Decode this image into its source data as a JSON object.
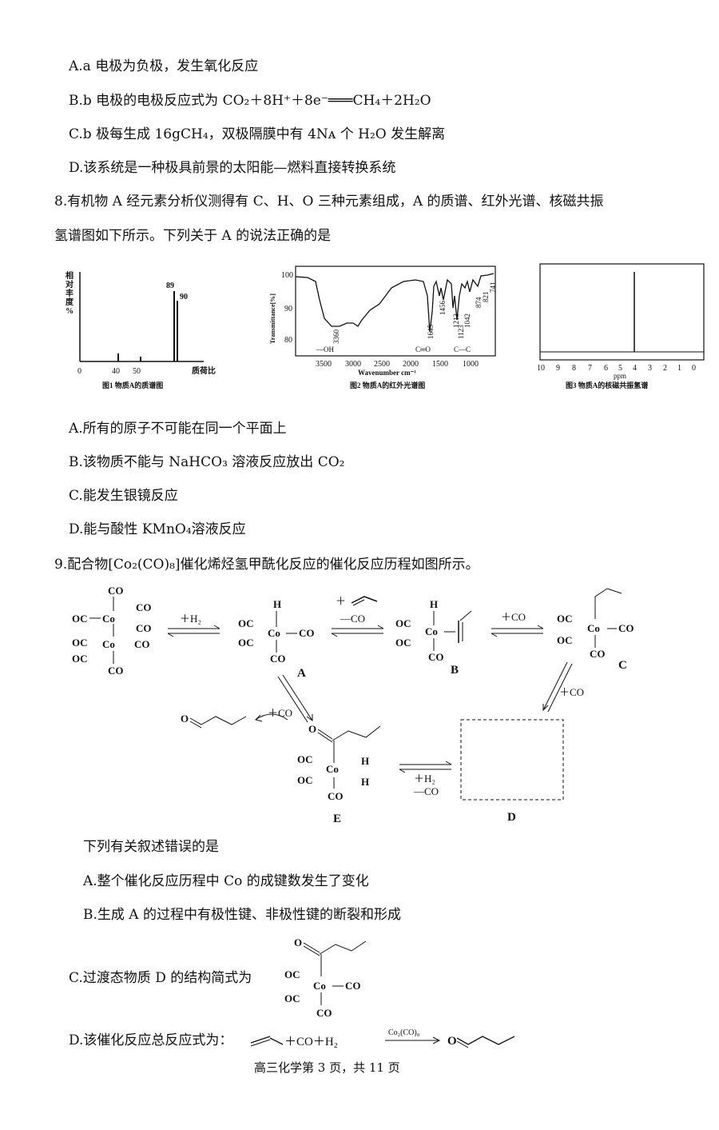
{
  "q7": {
    "optA": "A.a 电极为负极，发生氧化反应",
    "optB": "B.b 电极的电极反应式为 CO₂＋8H⁺＋8e⁻═══CH₄＋2H₂O",
    "optC": "C.b 极每生成 16gCH₄，双极隔膜中有 4Nᴀ 个 H₂O 发生解离",
    "optD": "D.该系统是一种极具前景的太阳能—燃料直接转换系统"
  },
  "q8": {
    "stem1": "8.有机物 A 经元素分析仪测得有 C、H、O 三种元素组成，A 的质谱、红外光谱、核磁共振",
    "stem2": "氢谱图如下所示。下列关于 A 的说法正确的是",
    "ms": {
      "ylabel": "相对丰度%",
      "xlabel": "质荷比",
      "ticks": [
        "0",
        "40",
        "50"
      ],
      "peak89": "89",
      "peak90": "90",
      "caption": "图1 物质A的质谱图"
    },
    "ir": {
      "ylabel": "Transmittance[%]",
      "xlabel": "Wavenumber cm⁻¹",
      "yticks": [
        "100",
        "90",
        "80"
      ],
      "xticks": [
        "3500",
        "3000",
        "2500",
        "2000",
        "1500",
        "1000"
      ],
      "peaks": [
        "3360",
        "1645",
        "1456",
        "1213",
        "1123",
        "1042",
        "874",
        "821",
        "741"
      ],
      "bonds": [
        "—OH",
        "C═O",
        "C—C"
      ],
      "caption": "图2 物质A的红外光谱图"
    },
    "nmr": {
      "xticks": [
        "10",
        "9",
        "8",
        "7",
        "6",
        "5",
        "4",
        "3",
        "2",
        "1",
        "0"
      ],
      "unit": "ppm",
      "caption": "图3 物质A的核磁共振氢谱"
    },
    "optA": "A.所有的原子不可能在同一个平面上",
    "optB": "B.该物质不能与 NaHCO₃ 溶液反应放出 CO₂",
    "optC": "C.能发生银镜反应",
    "optD": "D.能与酸性 KMnO₄溶液反应"
  },
  "q9": {
    "stem": "9.配合物[Co₂(CO)₈]催化烯烃氢甲酰化反应的催化反应历程如图所示。",
    "scheme": {
      "co": "CO",
      "oc": "OC",
      "co_atom": "Co",
      "h": "H",
      "o": "O",
      "step1": "＋H₂",
      "step2_add": "＋",
      "step2_remove": "—CO",
      "step3": "＋CO",
      "step4": "＋CO",
      "step5": "＋CO",
      "step6_h2": "＋H₂",
      "step6_co": "—CO",
      "A": "A",
      "B": "B",
      "C": "C",
      "D": "D",
      "E": "E"
    },
    "question": "下列有关叙述错误的是",
    "optA": "A.整个催化反应历程中 Co 的成键数发生了变化",
    "optB": "B.生成 A 的过程中有极性键、非极性键的断裂和形成",
    "optC": "C.过渡态物质 D 的结构简式为",
    "optD": "D.该催化反应总反应式为：",
    "optD_plus": "＋CO＋H₂",
    "optD_catalyst": "Co₂(CO)₈"
  },
  "footer": "高三化学第  3 页，共 11 页"
}
